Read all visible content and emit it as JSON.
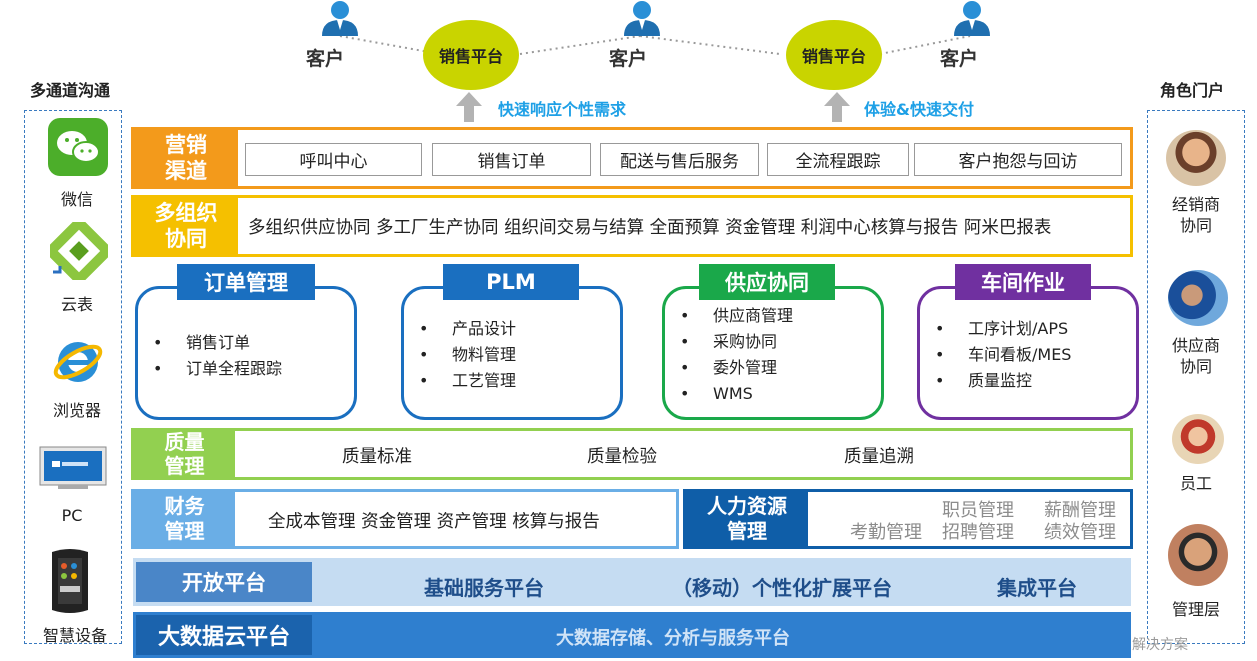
{
  "top": {
    "customer_label": "客户",
    "platform_label": "销售平台",
    "tagline_left": "快速响应个性需求",
    "tagline_right": "体验&快速交付"
  },
  "left_column": {
    "title": "多通道沟通",
    "items": [
      "微信",
      "云表",
      "浏览器",
      "PC",
      "智慧设备"
    ]
  },
  "right_column": {
    "title": "角色门户",
    "items": [
      "经销商\n协同",
      "供应商\n协同",
      "员工",
      "管理层"
    ]
  },
  "marketing": {
    "label_l1": "营销",
    "label_l2": "渠道",
    "chips": [
      "呼叫中心",
      "销售订单",
      "配送与售后服务",
      "全流程跟踪",
      "客户抱怨与回访"
    ]
  },
  "multi_org": {
    "label_l1": "多组织",
    "label_l2": "协同",
    "text": "多组织供应协同 多工厂生产协同 组织间交易与结算 全面预算 资金管理 利润中心核算与报告 阿米巴报表"
  },
  "modules": [
    {
      "title": "订单管理",
      "items": [
        "销售订单",
        "订单全程跟踪"
      ]
    },
    {
      "title": "PLM",
      "items": [
        "产品设计",
        "物料管理",
        "工艺管理"
      ]
    },
    {
      "title": "供应协同",
      "items": [
        "供应商管理",
        "采购协同",
        "委外管理",
        "WMS"
      ]
    },
    {
      "title": "车间作业",
      "items": [
        "工序计划/APS",
        "车间看板/MES",
        "质量监控"
      ]
    }
  ],
  "quality": {
    "label_l1": "质量",
    "label_l2": "管理",
    "items": [
      "质量标准",
      "质量检验",
      "质量追溯"
    ]
  },
  "finance": {
    "label_l1": "财务",
    "label_l2": "管理",
    "items": [
      "全成本管理",
      "资金管理",
      "资产管理",
      "核算与报告"
    ]
  },
  "hr": {
    "label_l1": "人力资源",
    "label_l2": "管理",
    "items": [
      "职员管理",
      "薪酬管理",
      "考勤管理",
      "招聘管理",
      "绩效管理"
    ]
  },
  "open_platform": {
    "label": "开放平台",
    "items": [
      "基础服务平台",
      "（移动）个性化扩展平台",
      "集成平台"
    ]
  },
  "big_data": {
    "label": "大数据云平台",
    "text": "大数据存储、分析与服务平台"
  },
  "watermark": "解决方案",
  "colors": {
    "orange": "#f39a1b",
    "yellow": "#f5c000",
    "blue": "#1a6fc0",
    "green": "#1aa84a",
    "purple": "#7030a0",
    "quality_green": "#92d050",
    "finance_blue": "#6aaee6",
    "hr_blue": "#0f5ea8",
    "platform_blue": "#4a86c8",
    "bigdata_blue": "#2f7fcf",
    "customer_blue": "#2a8fd6",
    "sales_ellipse": "#c9d400"
  }
}
